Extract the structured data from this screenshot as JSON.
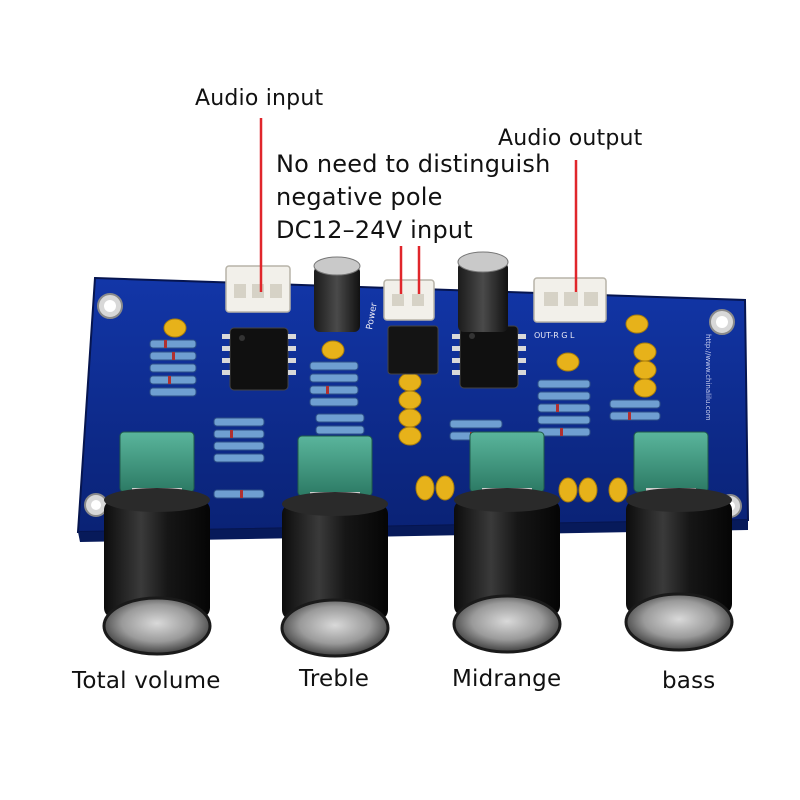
{
  "labels": {
    "audio_input": "Audio input",
    "audio_output": "Audio output",
    "power_line1": "No need to distinguish",
    "power_line2": "negative pole",
    "power_line3": "DC12–24V input",
    "total_volume": "Total volume",
    "treble": "Treble",
    "midrange": "Midrange",
    "bass": "bass"
  },
  "board": {
    "silk_power": "Power",
    "silk_out": "OUT-R  G  L",
    "silk_url": "http://www.chinalilu.com"
  },
  "colors": {
    "pcb": "#0d2a8a",
    "pcb_dark": "#081c63",
    "leader": "#e0262b",
    "connector": "#f2f0ea",
    "capacitor": "#e7b21a",
    "knob": "#151515",
    "pot": "#3f9a82"
  }
}
